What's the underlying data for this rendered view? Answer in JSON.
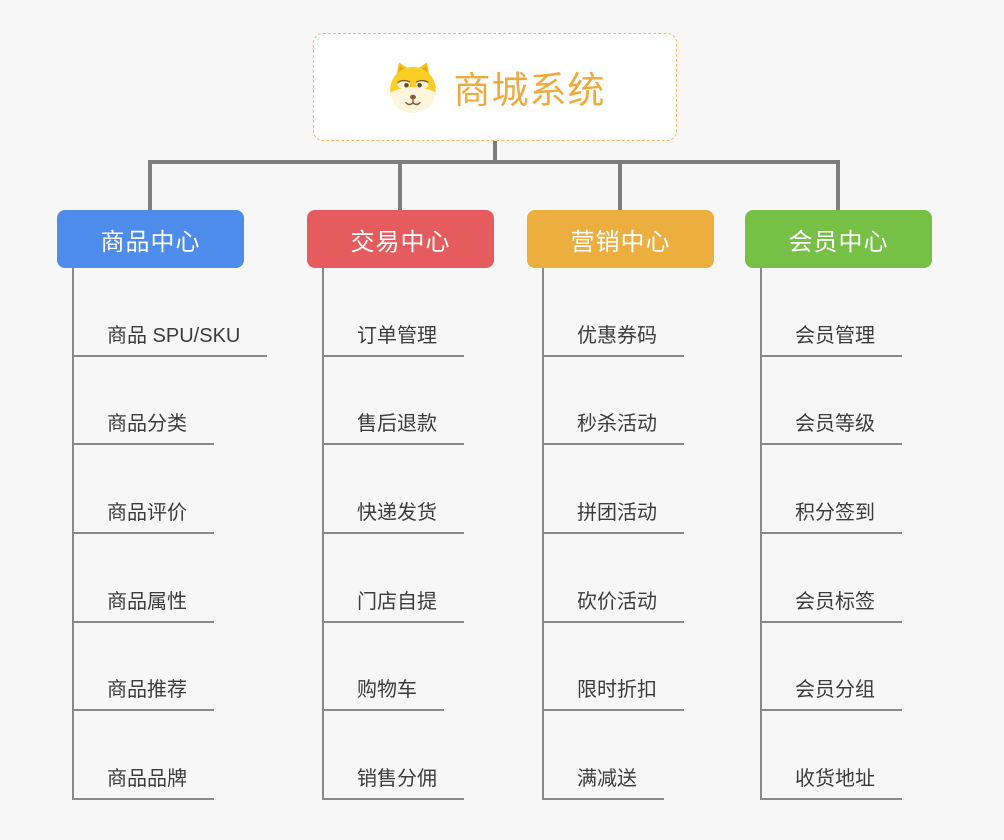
{
  "page": {
    "background": "#f7f7f7"
  },
  "root": {
    "title": "商城系统",
    "icon": "shiba-dog-icon",
    "text_color": "#f0ab3f",
    "border_color": "#f0bc5e"
  },
  "branches": [
    {
      "label": "商品中心",
      "color": "#4d8ceb",
      "items": [
        "商品 SPU/SKU",
        "商品分类",
        "商品评价",
        "商品属性",
        "商品推荐",
        "商品品牌"
      ]
    },
    {
      "label": "交易中心",
      "color": "#e65c5e",
      "items": [
        "订单管理",
        "售后退款",
        "快递发货",
        "门店自提",
        "购物车",
        "销售分佣"
      ]
    },
    {
      "label": "营销中心",
      "color": "#ecae3e",
      "items": [
        "优惠券码",
        "秒杀活动",
        "拼团活动",
        "砍价活动",
        "限时折扣",
        "满减送"
      ]
    },
    {
      "label": "会员中心",
      "color": "#76c046",
      "items": [
        "会员管理",
        "会员等级",
        "积分签到",
        "会员标签",
        "会员分组",
        "收货地址"
      ]
    }
  ],
  "connector_color": "#7d7d7d",
  "line_color": "#898989"
}
